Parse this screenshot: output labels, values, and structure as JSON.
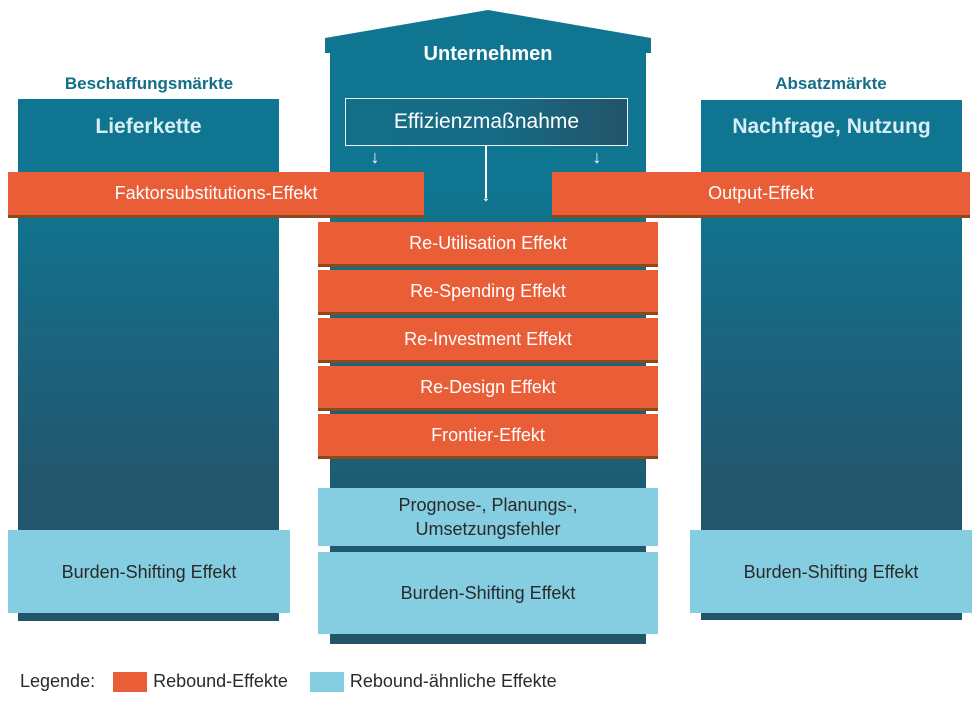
{
  "colors": {
    "teal_dark": "#22546a",
    "teal": "#0f7590",
    "rebound_orange": "#e95d37",
    "rebound_like_blue": "#85cde0"
  },
  "left": {
    "section_title": "Beschaffungsmärkte",
    "column_title": "Lieferkette",
    "burden": "Burden-Shifting Effekt"
  },
  "center": {
    "section_title": "Unternehmen",
    "measure": "Effizienzmaßnahme",
    "effects": [
      "Re-Utilisation Effekt",
      "Re-Spending Effekt",
      "Re-Investment Effekt",
      "Re-Design Effekt",
      "Frontier-Effekt"
    ],
    "errors_line1": "Prognose-, Planungs-,",
    "errors_line2": "Umsetzungsfehler",
    "burden": "Burden-Shifting Effekt"
  },
  "right": {
    "section_title": "Absatzmärkte",
    "column_title": "Nachfrage, Nutzung",
    "burden": "Burden-Shifting Effekt"
  },
  "cross_effects": {
    "left": "Faktorsubstitutions-Effekt",
    "right": "Output-Effekt"
  },
  "legend": {
    "label": "Legende:",
    "items": [
      {
        "label": "Rebound-Effekte",
        "color": "#e95d37"
      },
      {
        "label": "Rebound-ähnliche Effekte",
        "color": "#85cde0"
      }
    ]
  }
}
